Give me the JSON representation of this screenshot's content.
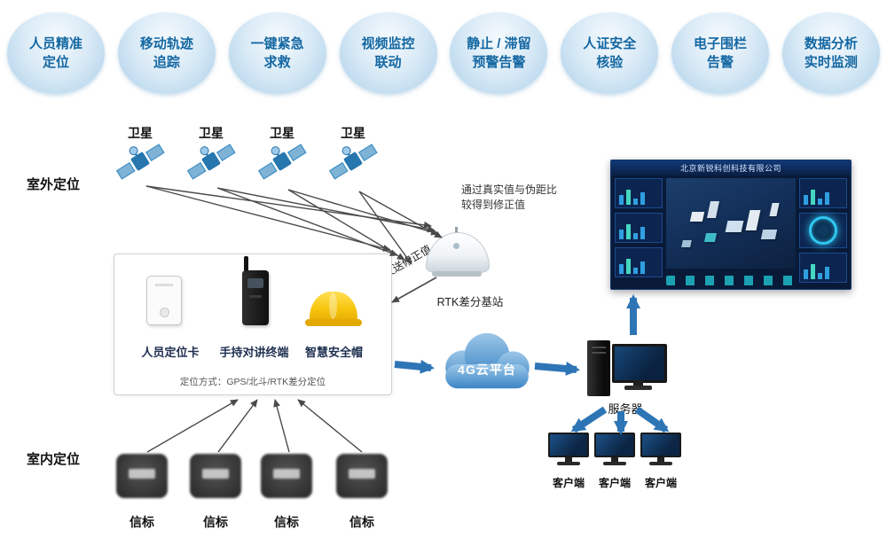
{
  "colors": {
    "badge_fill": "#cde3f4",
    "badge_text": "#1467a2",
    "arrow_dark": "#4a4a4a",
    "arrow_blue": "#2e75b6",
    "cloud_blue": "#4a8fc7",
    "helmet_yellow": "#f7c70f",
    "dashboard_bg": "#081a38"
  },
  "badges": [
    {
      "line1": "人员精准",
      "line2": "定位"
    },
    {
      "line1": "移动轨迹",
      "line2": "追踪"
    },
    {
      "line1": "一键紧急",
      "line2": "求救"
    },
    {
      "line1": "视频监控",
      "line2": "联动"
    },
    {
      "line1": "静止 / 滞留",
      "line2": "预警告警"
    },
    {
      "line1": "人证安全",
      "line2": "核验"
    },
    {
      "line1": "电子围栏",
      "line2": "告警"
    },
    {
      "line1": "数据分析",
      "line2": "实时监测"
    }
  ],
  "outdoor": {
    "label": "室外定位",
    "satellites": [
      "卫星",
      "卫星",
      "卫星",
      "卫星"
    ],
    "note_line1": "通过真实值与伪距比",
    "note_line2": "较得到修正值",
    "send_label": "发送修正值",
    "rtk_label": "RTK差分基站"
  },
  "device_box": {
    "card": "人员定位卡",
    "handheld": "手持对讲终端",
    "helmet": "智慧安全帽",
    "method": "定位方式：GPS/北斗/RTK差分定位"
  },
  "cloud": {
    "label": "4G云平台"
  },
  "server": {
    "label": "服务器"
  },
  "clients": [
    "客户端",
    "客户端",
    "客户端"
  ],
  "indoor": {
    "label": "室内定位",
    "beacons": [
      "信标",
      "信标",
      "信标",
      "信标"
    ]
  },
  "dashboard": {
    "title": "北京新锐科创科技有限公司"
  }
}
